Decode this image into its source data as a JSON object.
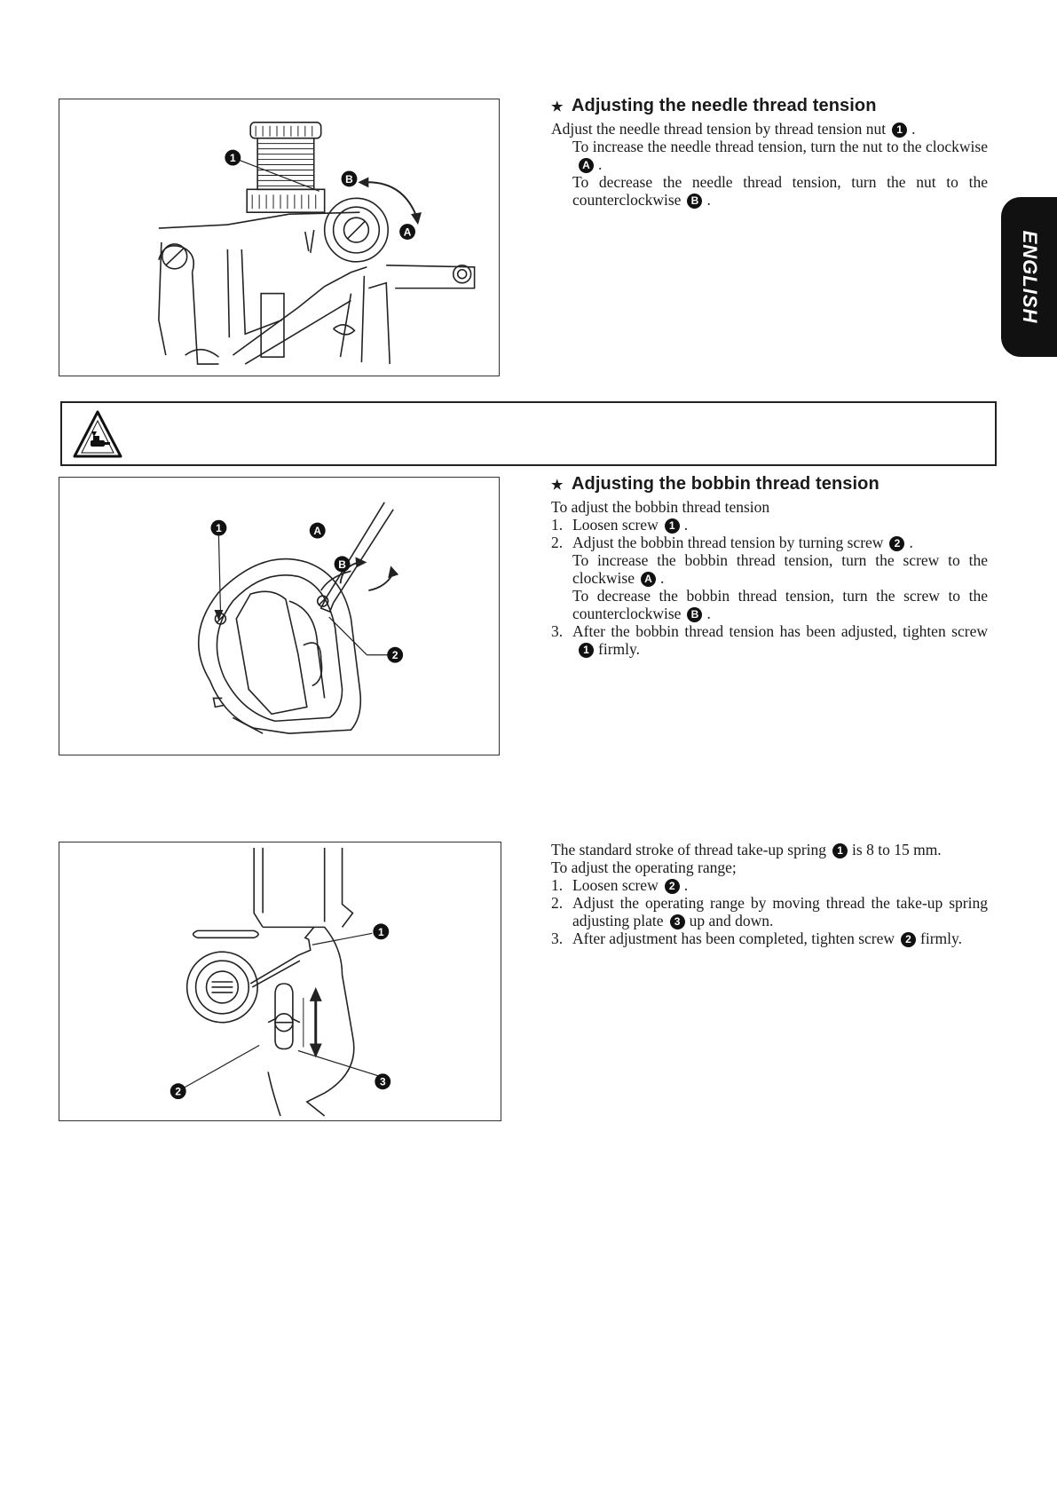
{
  "side_tab": {
    "label": "ENGLISH"
  },
  "section1": {
    "star": "★",
    "title": "Adjusting the needle thread tension",
    "line1": "Adjust the needle thread tension by thread tension nut",
    "increase": "To increase the needle thread tension, turn the nut to the clockwise",
    "decrease": "To decrease the needle thread tension, turn the nut to the counterclockwise",
    "figure": {
      "labels": [
        "1",
        "A",
        "B"
      ]
    }
  },
  "section2": {
    "star": "★",
    "title": "Adjusting the bobbin thread tension",
    "intro": "To adjust the bobbin thread tension",
    "step1_num": "1.",
    "step1": "Loosen screw",
    "step2_num": "2.",
    "step2": "Adjust the bobbin thread tension by turning screw",
    "increase": "To increase the bobbin thread tension, turn the screw to the clockwise",
    "decrease": "To decrease the bobbin thread tension, turn the screw to the counterclockwise",
    "step3_num": "3.",
    "step3a": "After the bobbin thread tension has been adjusted, tighten screw",
    "step3b": "firmly.",
    "figure": {
      "labels": [
        "1",
        "2",
        "A",
        "B"
      ]
    }
  },
  "section3": {
    "intro_a": "The standard stroke of thread take-up spring",
    "intro_b": "is 8 to 15 mm.",
    "range_intro": "To adjust the operating range;",
    "step1_num": "1.",
    "step1": "Loosen screw",
    "step2_num": "2.",
    "step2a": "Adjust the operating range by moving thread the take-up spring adjusting plate",
    "step2b": "up and down.",
    "step3_num": "3.",
    "step3a": "After adjustment has been completed, tighten screw",
    "step3b": "firmly.",
    "figure": {
      "labels": [
        "1",
        "2",
        "3"
      ]
    }
  },
  "badges": {
    "one": "1",
    "two": "2",
    "three": "3",
    "a": "A",
    "b": "B"
  }
}
